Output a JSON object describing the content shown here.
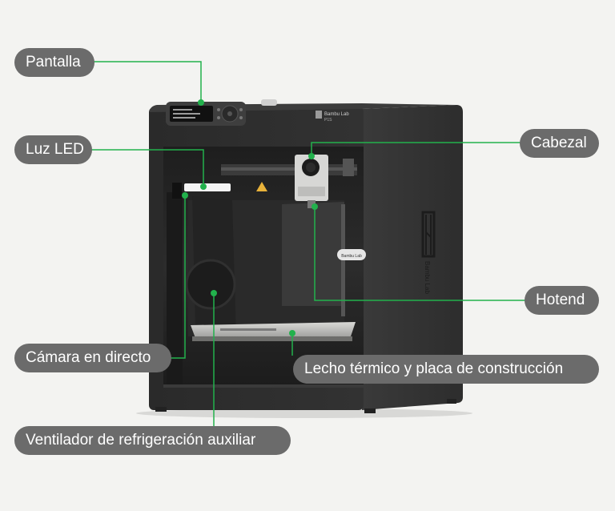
{
  "callouts": {
    "pantalla": "Pantalla",
    "luz_led": "Luz LED",
    "camara": "Cámara en directo",
    "ventilador": "Ventilador de refrigeración auxiliar",
    "cabezal": "Cabezal",
    "hotend": "Hotend",
    "lecho": "Lecho térmico y placa de construcción"
  },
  "printer": {
    "brand_badge": "Bambu Lab",
    "model_badge": "P1S",
    "side_logo": "Bambu Lab",
    "door_tag": "Bambu Lab"
  },
  "colors": {
    "leader_line": "#22b14c",
    "callout_bg": "#6b6b6b",
    "callout_text": "#ffffff",
    "printer_body": "#2b2b2b",
    "background": "#f3f3f1"
  }
}
